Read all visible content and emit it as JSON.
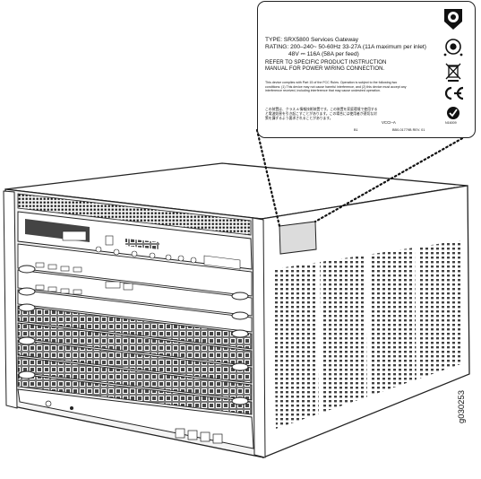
{
  "label": {
    "type_line": "TYPE: SRX5800 Services Gateway",
    "rating_line": "RATING: 200–240~ 50-60Hz 33-27A (11A maximum per inlet)",
    "dc_line": "48V ⎓ 116A (58A per feed)",
    "refer_line": "REFER TO SPECIFIC PRODUCT INSTRUCTION",
    "manual_line": "MANUAL FOR POWER WIRING CONNECTION.",
    "fcc_text": "This device complies with Part 15 of the FCC Rules. Operation is subject to the following two conditions: (1) This device may not cause harmful interference, and (2) this device must accept any interference received, including interference that may cause undesired operation.",
    "japanese_text": "この装置は、クラス A 情報技術装置です。この装置を家庭環境で使用すると電波妨害を引き起こすことがあります。この場合には使用者が適切な対策を講ずるよう要求されることがあります。",
    "vcci_line": "VCCI–A",
    "code_left": "B1",
    "part_number": "BB0-01779B REV. 01",
    "ctick_code": "N16009"
  },
  "figure_id": "g030253",
  "colors": {
    "line": "#222222",
    "panel_fill": "#ffffff",
    "shade": "#e9e9e9"
  },
  "icons": [
    "gs-mark-icon",
    "csa-mark-icon",
    "weee-bin-icon",
    "ce-mark-icon",
    "c-tick-icon"
  ]
}
